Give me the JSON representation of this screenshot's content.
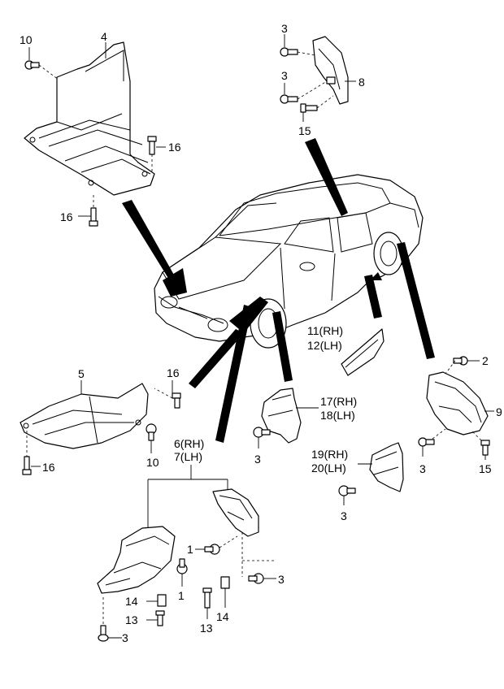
{
  "callouts": {
    "c10_top": "10",
    "c4": "4",
    "c16_top": "16",
    "c16_left": "16",
    "c3_a": "3",
    "c3_b": "3",
    "c8": "8",
    "c15_top": "15",
    "c11": "11(RH)",
    "c12": "12(LH)",
    "c2": "2",
    "c9": "9",
    "c5": "5",
    "c16_mid": "16",
    "c17": "17(RH)",
    "c18": "18(LH)",
    "c3_mud": "3",
    "c15_right": "15",
    "c3_right": "3",
    "c16_bottom": "16",
    "c10_bottom": "10",
    "c6": "6(RH)",
    "c7": "7(LH)",
    "c19": "19(RH)",
    "c20": "20(LH)",
    "c3_mud2": "3",
    "c1_a": "1",
    "c1_b": "1",
    "c3_liner": "3",
    "c14_left": "14",
    "c13_left": "13",
    "c3_bottom": "3",
    "c13_right": "13",
    "c14_right": "14"
  }
}
